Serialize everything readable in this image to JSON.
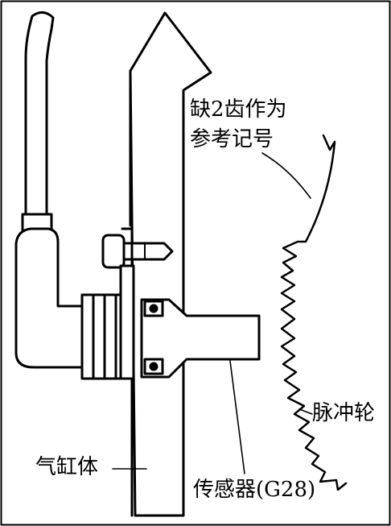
{
  "labels": {
    "reference_line1": "缺2齿作为",
    "reference_line2": "参考记号",
    "pulse_wheel": "脉冲轮",
    "cylinder_block": "气缸体",
    "sensor": "传感器(G28)"
  },
  "colors": {
    "stroke": "#000000",
    "background": "#ffffff"
  }
}
